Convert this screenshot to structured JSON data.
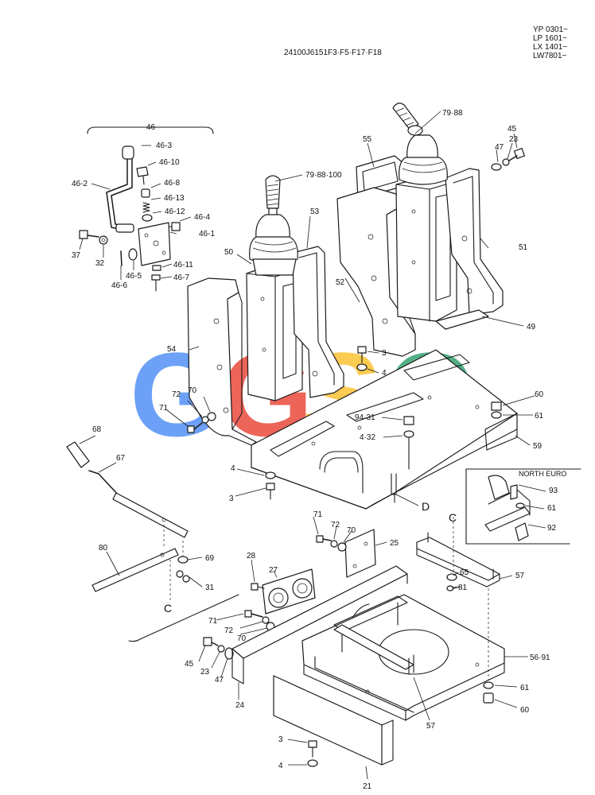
{
  "header": {
    "part_code": "24100J6151F3·F5·F17·F18",
    "serials": [
      "YP 0301~",
      "LP 1601~",
      "LX 1401~",
      "LW7801~"
    ]
  },
  "inset": {
    "title": "NORTH EURO"
  },
  "watermark": {
    "letters": [
      "G",
      "G",
      "S",
      "C"
    ],
    "colors": [
      "#4c8df6",
      "#ea4335",
      "#fbc02d",
      "#2e9e6b"
    ]
  },
  "labels": {
    "l46": "46",
    "l46_3": "46-3",
    "l46_10": "46-10",
    "l46_2": "46-2",
    "l46_8": "46-8",
    "l46_13": "46-13",
    "l46_12": "46-12",
    "l46_4": "46-4",
    "l46_1": "46-1",
    "l37": "37",
    "l32": "32",
    "l46_5": "46-5",
    "l46_6": "46-6",
    "l46_11": "46-11",
    "l46_7": "46-7",
    "l79_88_100": "79·88·100",
    "l79_88": "79·88",
    "l55": "55",
    "l53": "53",
    "l50": "50",
    "l52": "52",
    "l51": "51",
    "l49": "49",
    "l54": "54",
    "l47a": "47",
    "l23a": "23",
    "l45a": "45",
    "l3a": "3",
    "l4a": "4",
    "l70a": "70",
    "l72a": "72",
    "l71a": "71",
    "l60a": "60",
    "l61a": "61",
    "l94_31": "94·31",
    "l4_32": "4·32",
    "l59": "59",
    "l68": "68",
    "l67": "67",
    "l4b": "4",
    "l3b": "3",
    "lD": "D",
    "l93": "93",
    "l61b": "61",
    "l92": "92",
    "lC1": "C",
    "l80": "80",
    "l69": "69",
    "l31": "31",
    "lC2": "C",
    "l71b": "71",
    "l72b": "72",
    "l70b": "70",
    "l25": "25",
    "l28": "28",
    "l27": "27",
    "l65": "65",
    "l81": "81",
    "l57a": "57",
    "l71c": "71",
    "l72c": "72",
    "l70c": "70",
    "l45b": "45",
    "l23b": "23",
    "l47b": "47",
    "l24": "24",
    "l56_91": "56·91",
    "l61c": "61",
    "l60b": "60",
    "l57b": "57",
    "l3c": "3",
    "l4c": "4",
    "l21": "21"
  }
}
